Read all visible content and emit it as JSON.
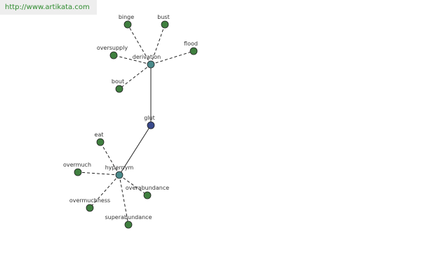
{
  "banner": {
    "url_text": "http://www.artikata.com"
  },
  "graph": {
    "nodes": [
      {
        "id": "glut",
        "label": "glut",
        "kind": "root"
      },
      {
        "id": "derivation",
        "label": "derivation",
        "kind": "relation"
      },
      {
        "id": "hypernym",
        "label": "hypernym",
        "kind": "relation"
      },
      {
        "id": "binge",
        "label": "binge",
        "kind": "term"
      },
      {
        "id": "bust",
        "label": "bust",
        "kind": "term"
      },
      {
        "id": "flood",
        "label": "flood",
        "kind": "term"
      },
      {
        "id": "oversupply",
        "label": "oversupply",
        "kind": "term"
      },
      {
        "id": "bout",
        "label": "bout",
        "kind": "term"
      },
      {
        "id": "eat",
        "label": "eat",
        "kind": "term"
      },
      {
        "id": "overmuch",
        "label": "overmuch",
        "kind": "term"
      },
      {
        "id": "overabundance",
        "label": "overabundance",
        "kind": "term"
      },
      {
        "id": "overmuchness",
        "label": "overmuchness",
        "kind": "term"
      },
      {
        "id": "superabundance",
        "label": "superabundance",
        "kind": "term"
      }
    ],
    "edges": [
      {
        "from": "glut",
        "to": "derivation",
        "style": "solid"
      },
      {
        "from": "glut",
        "to": "hypernym",
        "style": "solid"
      },
      {
        "from": "derivation",
        "to": "binge",
        "style": "dashed"
      },
      {
        "from": "derivation",
        "to": "bust",
        "style": "dashed"
      },
      {
        "from": "derivation",
        "to": "flood",
        "style": "dashed"
      },
      {
        "from": "derivation",
        "to": "oversupply",
        "style": "dashed"
      },
      {
        "from": "derivation",
        "to": "bout",
        "style": "dashed"
      },
      {
        "from": "hypernym",
        "to": "eat",
        "style": "dashed"
      },
      {
        "from": "hypernym",
        "to": "overmuch",
        "style": "dashed"
      },
      {
        "from": "hypernym",
        "to": "overabundance",
        "style": "dashed"
      },
      {
        "from": "hypernym",
        "to": "overmuchness",
        "style": "dashed"
      },
      {
        "from": "hypernym",
        "to": "superabundance",
        "style": "dashed"
      }
    ],
    "colors": {
      "root": "#3a4a8c",
      "relation": "#4a8a8a",
      "term": "#3f7f3f",
      "edge": "#222222"
    }
  }
}
